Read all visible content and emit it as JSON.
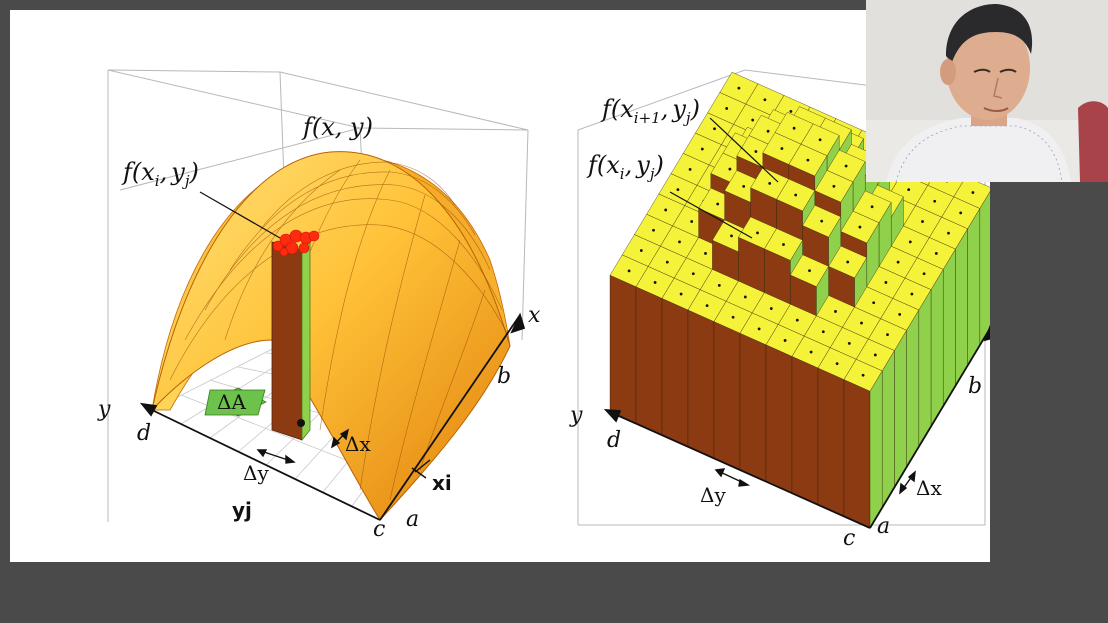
{
  "left_plot": {
    "function_label": "f(x, y)",
    "point_label_f": "f(",
    "point_label_x": "x",
    "point_label_xsub": "i",
    "point_label_comma": ",",
    "point_label_y": "y",
    "point_label_ysub": "j",
    "point_label_close": ")",
    "axis_x": "x",
    "axis_y": "y",
    "label_a": "a",
    "label_b": "b",
    "label_c": "c",
    "label_d": "d",
    "delta_A": "ΔA",
    "delta_x": "Δx",
    "delta_y": "Δy",
    "handwritten_xi": "xi",
    "handwritten_yj": "yj"
  },
  "right_plot": {
    "label1_f": "f(",
    "label1_x": "x",
    "label1_xsub": "i+1",
    "label1_comma": ",",
    "label1_y": "y",
    "label1_ysub": "j",
    "label1_close": ")",
    "label2_f": "f(",
    "label2_x": "x",
    "label2_xsub": "i",
    "label2_comma": ",",
    "label2_y": "y",
    "label2_ysub": "j",
    "label2_close": ")",
    "axis_y": "y",
    "label_a": "a",
    "label_b": "b",
    "label_c": "c",
    "label_d": "d",
    "delta_x": "Δx",
    "delta_y": "Δy"
  },
  "colors": {
    "surface_light": "#ffd24a",
    "surface_dark": "#e88a10",
    "box_top": "#f5f23a",
    "box_front": "#8b3a12",
    "box_side": "#8fd14a",
    "delta_A": "#6cc24a",
    "sample_points": "#ff2a10",
    "page_background": "#4a4a4a"
  }
}
